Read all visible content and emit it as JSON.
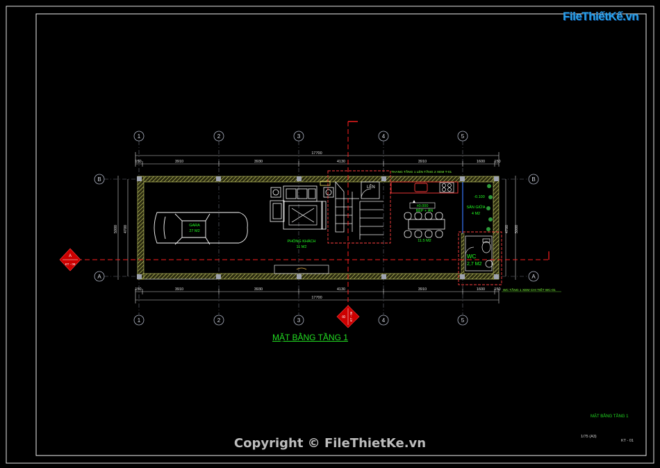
{
  "drawing": {
    "title": "MẶT BẰNG TẦNG 1",
    "titleblock_name": "MẶT BẰNG TẦNG 1",
    "scale": "1/75  (A3)",
    "sheet_no": "KT - 01"
  },
  "watermark": {
    "logo": "FileThiếtKế.vn",
    "copyright": "Copyright © FileThietKe.vn"
  },
  "grid": {
    "columns": [
      "1",
      "2",
      "3",
      "4",
      "5"
    ],
    "rows": [
      "B",
      "A"
    ]
  },
  "dimensions": {
    "overall": "17700",
    "top_segments": [
      "150",
      "3910",
      "3930",
      "4130",
      "3910",
      "1600",
      "150"
    ],
    "bottom_segments": [
      "150",
      "3910",
      "3930",
      "4130",
      "3910",
      "1600",
      "150"
    ],
    "left": [
      "4700",
      "5000"
    ],
    "right": [
      "4700",
      "5000"
    ]
  },
  "rooms": {
    "garage_name": "GARA",
    "garage_area": "27 M2",
    "living_name": "PHÒNG KHÁCH",
    "living_area": "11 M2",
    "dining_name": "BẾP + ĂN",
    "dining_area": "11.5 M2",
    "light_well_name": "SÂN GIỮA",
    "light_well_area": "4 M2",
    "wc_name": "WC",
    "wc_area": "2,7 M2",
    "stair_label": "LÊN",
    "level_1": "±0.000",
    "level_2": "-0.100"
  },
  "notes": {
    "stair_note": "THANG TẦNG 1 LÊN TẦNG 2 XEM T-01",
    "wc_note": "WC TẦNG 1 XEM CHI TIẾT WC-01"
  },
  "section_markers": {
    "a_letter": "A",
    "a_ref": "KT - 08",
    "b_letter": "B",
    "b_ref": "KT - 06"
  },
  "colors": {
    "background": "#000000",
    "frame": "#ffffff",
    "wall_hatch": "#cdd26a",
    "dimension": "#e0e0e0",
    "grid_bubble": "#aeb4c4",
    "section_line": "#ff2020",
    "room_text": "#22ff22",
    "stair": "#f2f2f2",
    "furniture": "#ffffff",
    "kitchen": "#ff3b3b",
    "title_text": "#22dd22",
    "note_text": "#7fff3a"
  }
}
